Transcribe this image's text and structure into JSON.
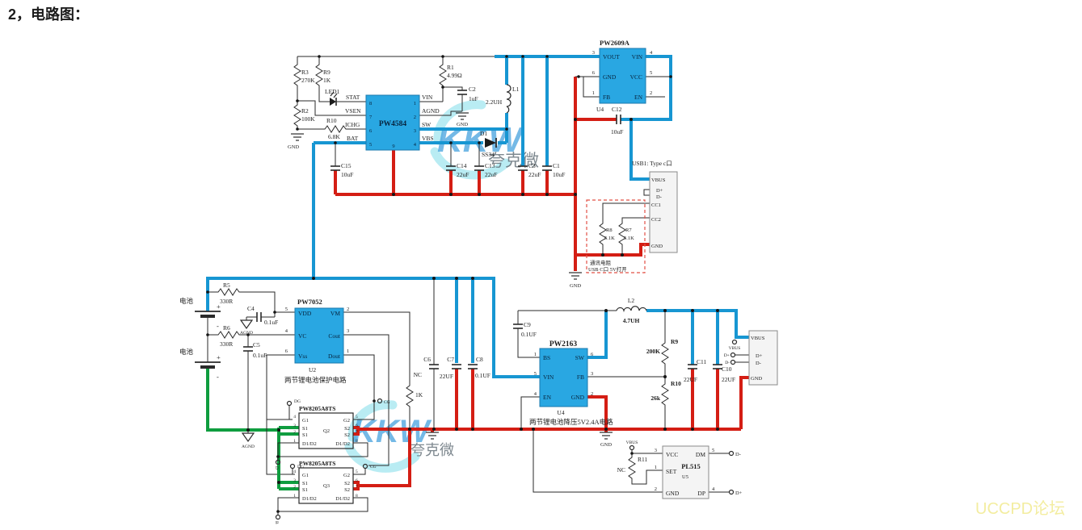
{
  "title": "2，电路图：",
  "forum": "UCCPD论坛",
  "watermark": {
    "logo": "KKW",
    "name": "夸克微"
  },
  "colors": {
    "chip_blue": "#29a7e2",
    "wire_blue": "#1796d2",
    "wire_red": "#d41e14",
    "wire_green": "#0f9d3f"
  },
  "n": {
    "1": "1",
    "2": "2",
    "3": "3",
    "4": "4",
    "5": "5",
    "6": "6",
    "7": "7",
    "8": "8",
    "9": "9"
  },
  "lbl": {
    "gnd": "GND",
    "agnd": "AGND",
    "vbus": "VBUS",
    "dp": "D+",
    "dm": "D-",
    "battery": "电池",
    "plus": "+",
    "minus": "-"
  },
  "chg": {
    "chip": "PW4584",
    "r3": "R3",
    "r3v": "270K",
    "r9": "R9",
    "r9v": "1K",
    "r2": "R2",
    "r2v": "100K",
    "led": "LED1",
    "stat": "STAT",
    "vsen": "VSEN",
    "ichg": "ICHG",
    "bat": "BAT",
    "r10": "R10",
    "r10v": "6.8K",
    "c15": "C15",
    "c15v": "10uF",
    "r1": "R1",
    "r1v": "4.99Ω",
    "c2": "C2",
    "c2v": "1uF",
    "vin": "VIN",
    "agnd": "AGND",
    "sw": "SW",
    "vbs": "VBS",
    "l1": "L1",
    "l1v": "2.2UH",
    "d1": "D1",
    "d1v": "SS34",
    "c14": "C14",
    "c14v": "22uF",
    "c13": "C13",
    "c13v": "22uF",
    "c3": "C3",
    "c3v": "22uF",
    "c1": "C1",
    "c1v": "10uF"
  },
  "ovp": {
    "chip": "PW2609A",
    "u": "U4",
    "vout": "VOUT",
    "fb": "FB",
    "vin": "VIN",
    "vcc": "VCC",
    "en": "EN",
    "c12": "C12",
    "c12v": "10uF"
  },
  "usb1": {
    "title": "USB1: Type c口",
    "cc1": "CC1",
    "cc2": "CC2",
    "r8": "R8",
    "r8v": "5.1K",
    "r7": "R7",
    "r7v": "5.1K",
    "note1": "通讯电阻",
    "note2": "USB C口 5V打开"
  },
  "prot": {
    "chip": "PW7052",
    "u": "U2",
    "caption": "两节锂电池保护电路",
    "vdd": "VDD",
    "vc": "VC",
    "vss": "Vss",
    "vm": "VM",
    "cout": "Cout",
    "dout": "Dout",
    "r5": "R5",
    "r5v": "330R",
    "r6": "R6",
    "r6v": "330R",
    "c4": "C4",
    "c4v": "0.1uF",
    "c5": "C5",
    "c5v": "0.1uF",
    "r4v": "1K",
    "dg": "DG",
    "cg": "CG",
    "d": "D",
    "b": "B"
  },
  "fet": {
    "chip": "PW8205A8TS",
    "q2": "Q2",
    "q3": "Q3",
    "g1": "G1",
    "s1": "S1",
    "d12": "D1/D2",
    "g2": "G2",
    "s2": "S2"
  },
  "buck": {
    "chip": "PW2163",
    "u": "U4",
    "caption": "两节锂电池降压5V2.4A电路",
    "bs": "BS",
    "vin": "VIN",
    "en": "EN",
    "sw": "SW",
    "fb": "FB",
    "c9": "C9",
    "c9v": "0.1UF",
    "c6": "C6",
    "nc": "NC",
    "c7": "C7",
    "c7v": "22UF",
    "c8": "C8",
    "c8v": "0.1UF",
    "l2": "L2",
    "l2v": "4.7UH",
    "r9": "R9",
    "r9v": "200K",
    "r10": "R10",
    "r10v": "26k",
    "c11": "C11",
    "c11v": "22UF",
    "c10": "C10",
    "c10v": "22UF"
  },
  "pl": {
    "chip": "PL515",
    "u": "U5",
    "r11": "R11",
    "nc": "NC",
    "vcc": "VCC",
    "set": "SET",
    "dm": "DM",
    "dp": "DP"
  }
}
